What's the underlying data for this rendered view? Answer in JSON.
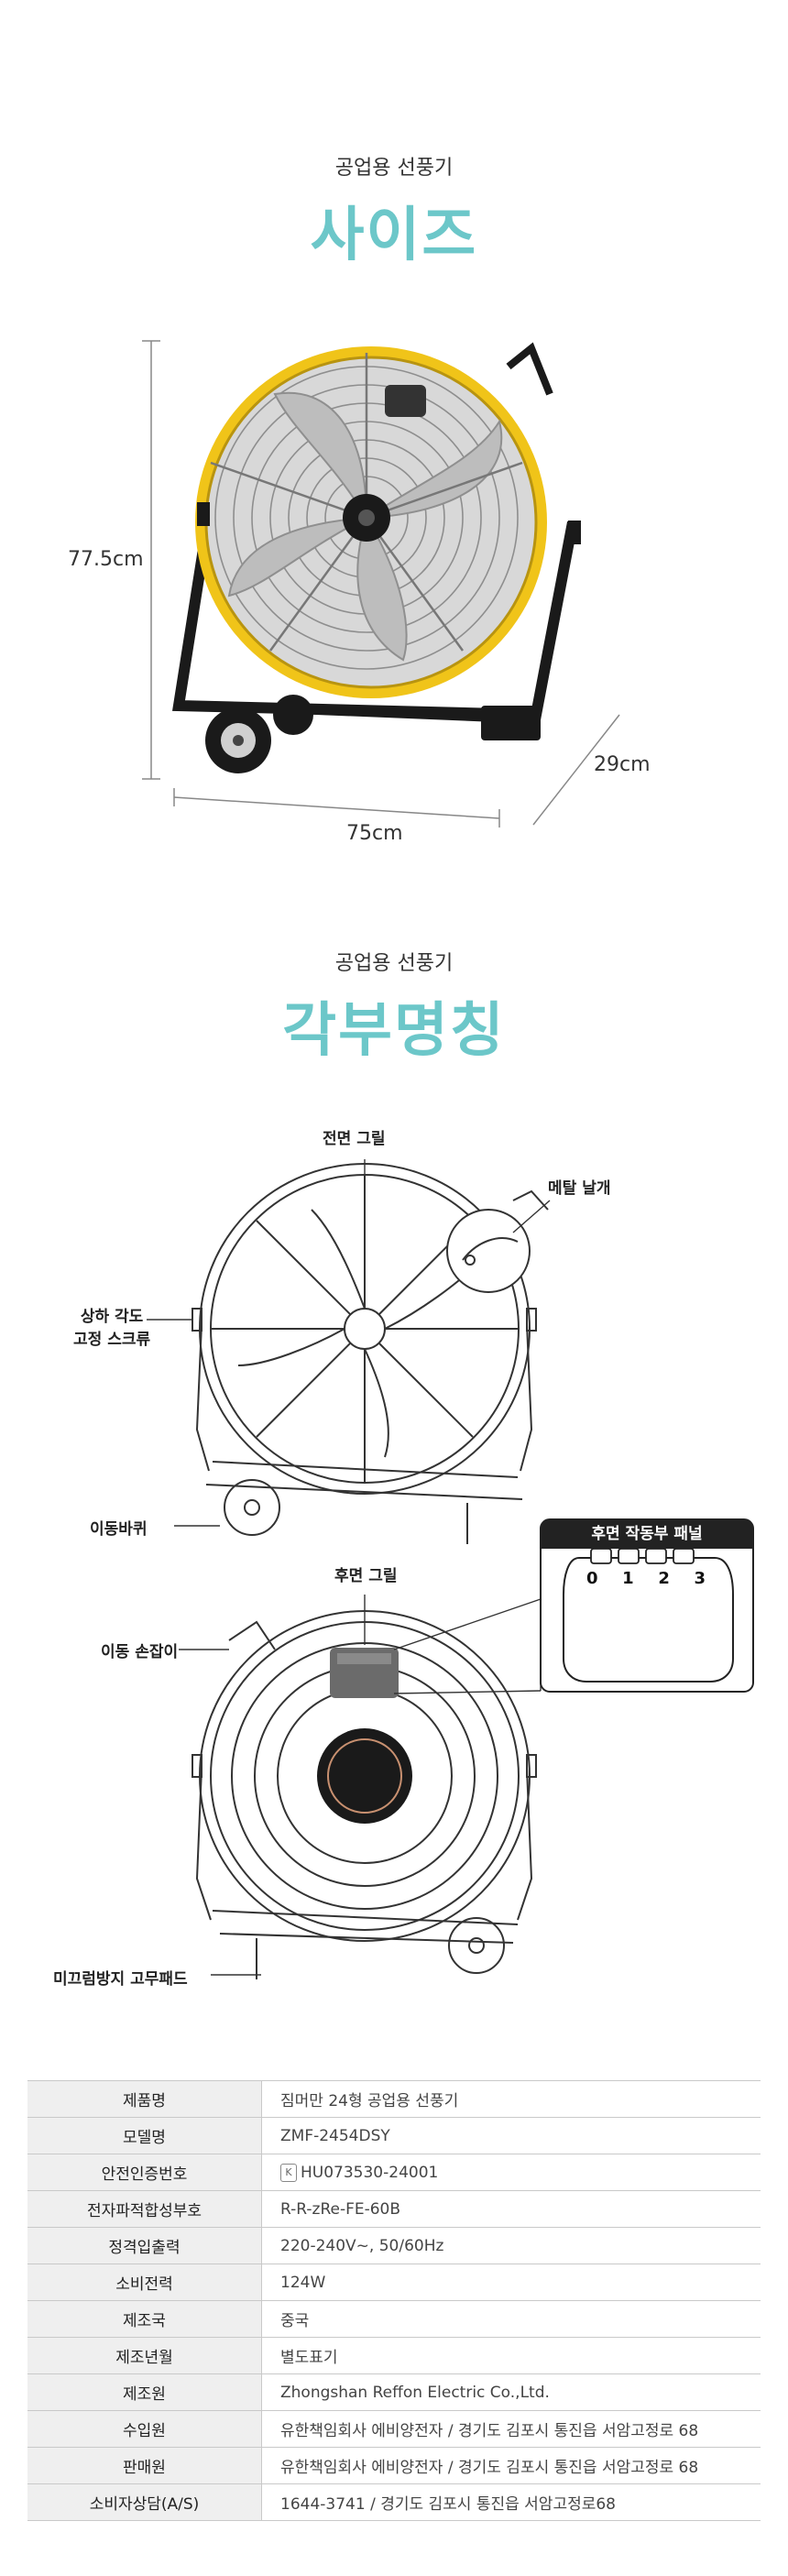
{
  "size_section": {
    "subtitle": "공업용 선풍기",
    "title": "사이즈",
    "height": "77.5cm",
    "width": "75cm",
    "depth": "29cm"
  },
  "parts_section": {
    "subtitle": "공업용 선풍기",
    "title": "각부명칭",
    "labels": {
      "front_grill": "전면 그릴",
      "metal_blade": "메탈 날개",
      "angle_screw_line1": "상하 각도",
      "angle_screw_line2": "고정 스크류",
      "wheel": "이동바퀴",
      "rear_grill": "후면 그릴",
      "handle": "이동 손잡이",
      "rubber_pad": "미끄럼방지 고무패드",
      "rear_panel": "후면 작동부 패널"
    },
    "panel_numbers": [
      "0",
      "1",
      "2",
      "3"
    ]
  },
  "spec_table": {
    "rows": [
      {
        "key": "제품명",
        "value": "짐머만 24형 공업용 선풍기"
      },
      {
        "key": "모델명",
        "value": "ZMF-2454DSY"
      },
      {
        "key": "안전인증번호",
        "value": "HU073530-24001"
      },
      {
        "key": "전자파적합성부호",
        "value": "R-R-zRe-FE-60B"
      },
      {
        "key": "정격입출력",
        "value": "220-240V~, 50/60Hz"
      },
      {
        "key": "소비전력",
        "value": "124W"
      },
      {
        "key": "제조국",
        "value": "중국"
      },
      {
        "key": "제조년월",
        "value": "별도표기"
      },
      {
        "key": "제조원",
        "value": "Zhongshan Reffon Electric Co.,Ltd."
      },
      {
        "key": "수입원",
        "value": "유한책임회사 에비양전자 / 경기도 김포시 통진읍 서암고정로 68"
      },
      {
        "key": "판매원",
        "value": "유한책임회사 에비양전자 / 경기도 김포시 통진읍 서암고정로 68"
      },
      {
        "key": "소비자상담(A/S)",
        "value": "1644-3741 / 경기도 김포시 통진읍 서암고정로68"
      }
    ]
  },
  "colors": {
    "accent": "#6cc7c9",
    "fan_yellow": "#f0c419",
    "table_header_bg": "#efefef"
  }
}
